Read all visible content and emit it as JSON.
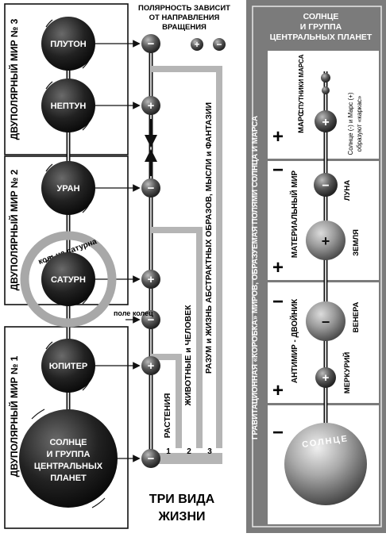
{
  "polarity": {
    "line1": "ПОЛЯРНОСТЬ ЗАВИСИТ",
    "line2": "ОТ НАПРАВЛЕНИЯ",
    "line3": "ВРАЩЕНИЯ"
  },
  "worlds": {
    "w3": "ДВУПОЛЯРНЫЙ МИР № 3",
    "w2": "ДВУПОЛЯРНЫЙ МИР № 2",
    "w1": "ДВУПОЛЯРНЫЙ МИР № 1"
  },
  "planets": {
    "pluto": "ПЛУТОН",
    "neptune": "НЕПТУН",
    "uranus": "УРАН",
    "saturn": "САТУРН",
    "jupiter": "ЮПИТЕР",
    "sun_l1": "СОЛНЦЕ",
    "sun_l2": "И ГРУППА",
    "sun_l3": "ЦЕНТРАЛЬНЫХ",
    "sun_l4": "ПЛАНЕТ"
  },
  "saturn_rings": "кольца сатурна",
  "ring_field": "поле колец",
  "signs": {
    "minus": "−",
    "plus": "+"
  },
  "life": {
    "v1": "РАСТЕНИЯ",
    "v2": "ЖИВОТНЫЕ и ЧЕЛОВЕК",
    "v3": "РАЗУМ и ЖИЗНЬ АБСТРАКТНЫХ ОБРАЗОВ, МЫСЛИ и ФАНТАЗИИ",
    "n1": "1",
    "n2": "2",
    "n3": "3",
    "title_l1": "ТРИ ВИДА",
    "title_l2": "ЖИЗНИ"
  },
  "right": {
    "header_l1": "СОЛНЦЕ",
    "header_l2": "И ГРУППА",
    "header_l3": "ЦЕНТРАЛЬНЫХ ПЛАНЕТ",
    "vertical_title": "ГРАВИТАЦИОННАЯ «КОРОБКА» МИРОВ, ОБРАЗУЕМАЯ ПОЛЯМИ СОЛНЦА И МАРСА",
    "mars_moons": "СПУТНИКИ МАРСА",
    "mars": "МАРС",
    "carcass_l1": "Солнце (-) и Марс (+)",
    "carcass_l2": "образуют «каркас»",
    "material_world": "МАТЕРИАЛЬНЫЙ МИР",
    "moon": "ЛУНА",
    "earth": "ЗЕМЛЯ",
    "antiworld": "АНТИМИР - ДВОЙНИК",
    "venus": "ВЕНЕРА",
    "mercury": "МЕРКУРИЙ",
    "sun": "СОЛНЦЕ"
  }
}
